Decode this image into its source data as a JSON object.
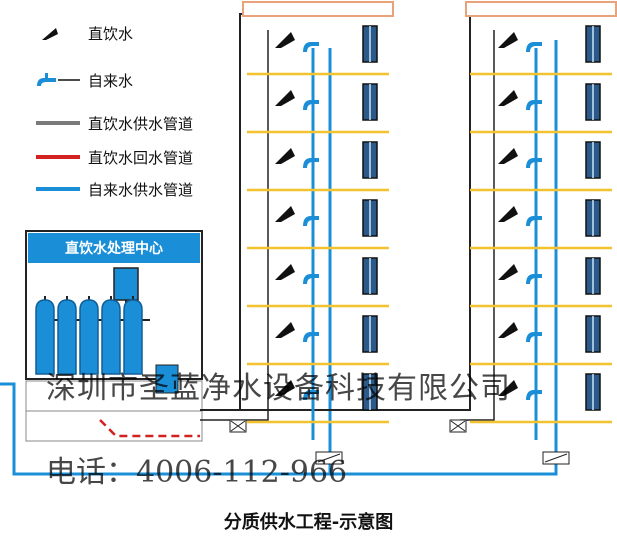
{
  "legend": {
    "items": [
      {
        "icon": "direct-drinking-tap-icon",
        "label": "直饮水"
      },
      {
        "icon": "tap-water-faucet-icon",
        "label": "自来水"
      },
      {
        "icon": "gray-line",
        "label": "直饮水供水管道",
        "color": "#7a7a7a"
      },
      {
        "icon": "red-line",
        "label": "直饮水回水管道",
        "color": "#d32020"
      },
      {
        "icon": "blue-line",
        "label": "自来水供水管道",
        "color": "#1a8fd8"
      }
    ]
  },
  "treatment_center": {
    "title": "直饮水处理中心",
    "filter_tank_count": 5
  },
  "buildings": [
    {
      "floors": 7
    },
    {
      "floors": 7
    }
  ],
  "colors": {
    "header_blue": "#1a8fd8",
    "tank_blue": "#1a8fd8",
    "floor_yellow": "#f2c230",
    "roof_orange": "#e8a37a",
    "pipe_gray": "#7a7a7a",
    "pipe_red": "#d32020",
    "pipe_blue": "#1a8fd8",
    "dark_line": "#222222"
  },
  "watermark": {
    "company": "深圳市圣蓝净水设备科技有限公司",
    "phone": "电话：4006-112-966"
  },
  "caption": "分质供水工程-示意图"
}
